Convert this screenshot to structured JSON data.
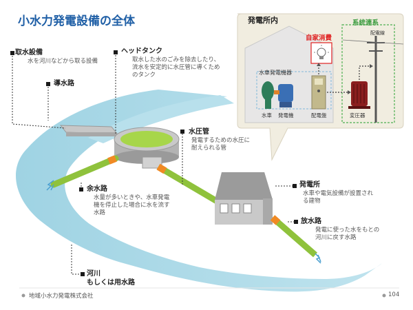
{
  "title": "小水力発電設備の全体",
  "inset": {
    "title": "発電所内",
    "grid_label": "系統連系",
    "self_consumption": "自家消費",
    "distribution_line": "配電線",
    "equipment_group": "水車発電機器",
    "parts": [
      "水車",
      "発電機",
      "配電盤",
      "変圧器"
    ]
  },
  "callouts": {
    "intake": {
      "label": "取水設備",
      "desc": "水を河川などから取る設備"
    },
    "headrace": {
      "label": "導水路"
    },
    "head_tank": {
      "label": "ヘッドタンク",
      "desc_lines": [
        "取水した水のごみを除去したり、",
        "流水を安定的に水圧管に導くため",
        "のタンク"
      ]
    },
    "penstock": {
      "label": "水圧管",
      "desc_lines": [
        "発電するための水圧に",
        "耐えられる管"
      ]
    },
    "spillway": {
      "label": "余水路",
      "desc_lines": [
        "水量が多いときや、水車発電",
        "機を停止した場合に水を流す",
        "水路"
      ]
    },
    "powerhouse": {
      "label": "発電所",
      "desc_lines": [
        "水車や電気設備が設置され",
        "る建物"
      ]
    },
    "tailrace": {
      "label": "放水路",
      "desc_lines": [
        "発電に使った水をもとの",
        "河川に戻す水路"
      ]
    },
    "river": {
      "label_lines": [
        "河川",
        "もしくは用水路"
      ]
    }
  },
  "footer": {
    "company": "地域小水力発電株式会社",
    "page": "104"
  },
  "colors": {
    "title": "#1f5fa6",
    "water": "#a8d8e6",
    "pipe_green": "#8fc23c",
    "pipe_orange": "#f08a24",
    "inset_bg": "#f1ede0",
    "grid_green": "#4caf50",
    "red": "#e02020"
  }
}
